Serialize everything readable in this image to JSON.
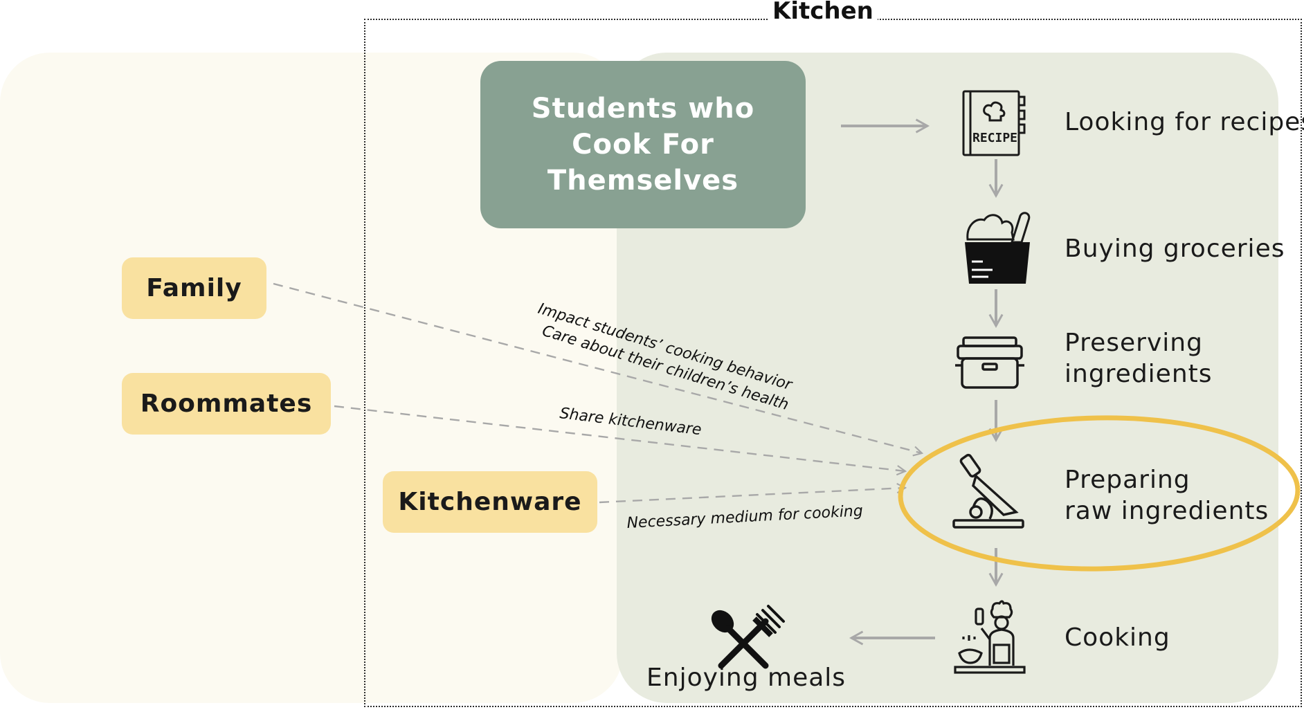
{
  "frame": {
    "label": "Kitchen"
  },
  "central": {
    "title_line1": "Students who",
    "title_line2": "Cook For Themselves"
  },
  "actors": {
    "family": "Family",
    "roommates": "Roommates",
    "kitchenware": "Kitchenware"
  },
  "steps": {
    "recipes": "Looking for recipes",
    "groceries": "Buying groceries",
    "preserving_line1": "Preserving",
    "preserving_line2": "ingredients",
    "preparing_line1": "Preparing",
    "preparing_line2": "raw ingredients",
    "cooking": "Cooking",
    "enjoying": "Enjoying meals"
  },
  "relations": {
    "family_line1": "Impact students’ cooking behavior",
    "family_line2": "Care about their children’s health",
    "roommates": "Share kitchenware",
    "kitchenware": "Necessary medium for cooking"
  },
  "icons": {
    "recipe_book": "recipe-book-icon",
    "recipe_book_text": "RECIPE",
    "grocery_bag": "grocery-bag-icon",
    "food_container": "food-container-icon",
    "knife_cutting_board": "knife-cutting-board-icon",
    "chef_cooking": "chef-cooking-icon",
    "spoon_fork": "spoon-fork-icon"
  },
  "colors": {
    "left_panel": "#fcfaf1",
    "right_panel": "#e8ebdf",
    "central_box": "#88a192",
    "actor_box": "#f9e1a0",
    "highlight_ellipse": "#efc14a",
    "arrow": "#a8a8a8"
  }
}
